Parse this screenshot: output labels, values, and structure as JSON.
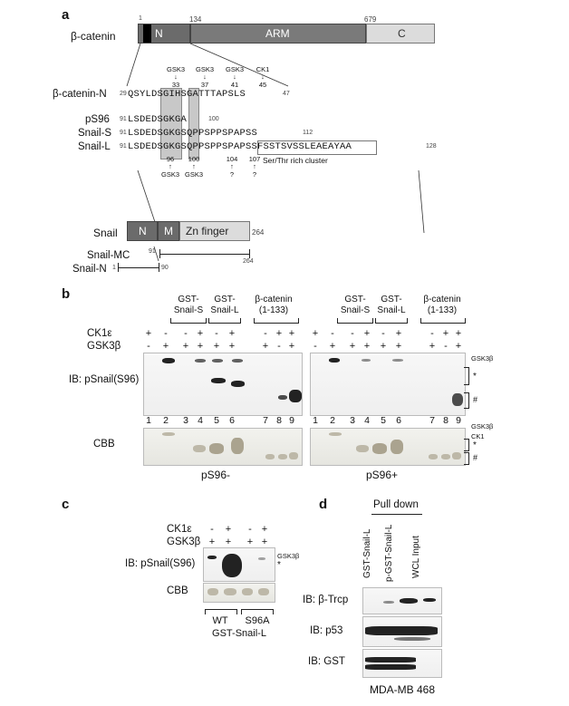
{
  "panel_a": {
    "label": "a",
    "bcat": {
      "name": "β-catenin",
      "pos_start": "1",
      "pos_134": "134",
      "pos_679": "679",
      "dom_n": "N",
      "dom_arm": "ARM",
      "dom_c": "C"
    },
    "kinases": [
      "GSK3",
      "GSK3",
      "GSK3",
      "CK1"
    ],
    "sites": [
      "33",
      "37",
      "41",
      "45"
    ],
    "bcat_n_label": "β-catenin-N",
    "bcat_n_start": "29",
    "bcat_n_seq": "QSYLDSGIHSGATTTAPSLS",
    "bcat_n_end": "47",
    "ps96_label": "pS96",
    "ps96_start": "91",
    "ps96_seq": "LSDEDSGKGA",
    "ps96_end": "100",
    "snail_s_label": "Snail-S",
    "snail_s_start": "91",
    "snail_s_seq": "LSDEDSGKGSQPPSPPSPAPSS",
    "snail_s_end": "112",
    "snail_l_label": "Snail-L",
    "snail_l_start": "91",
    "snail_l_seq": "LSDEDSGKGSQPPSPPSPAPSSFSSTSVSSLEAEAYAA",
    "snail_l_end": "128",
    "snail_sites": [
      "96",
      "100",
      "104",
      "107"
    ],
    "snail_kinases": [
      "GSK3",
      "GSK3",
      "?",
      "?"
    ],
    "cluster_label": "Ser/Thr rich cluster",
    "snail": {
      "name": "Snail",
      "dom_n": "N",
      "dom_m": "M",
      "dom_zn": "Zn finger",
      "end": "264"
    },
    "snail_mc": {
      "name": "Snail-MC",
      "start": "91",
      "end": "264"
    },
    "snail_n": {
      "name": "Snail-N",
      "start": "1",
      "end": "90"
    }
  },
  "panel_b": {
    "label": "b",
    "groups": [
      "GST-\nSnail-S",
      "GST-\nSnail-L",
      "β-catenin\n(1-133)"
    ],
    "row_ck1": "CK1ε",
    "row_gsk": "GSK3β",
    "ck1_signs": [
      "+",
      "-",
      "-",
      "+",
      "-",
      "+",
      "-",
      "+",
      "+"
    ],
    "gsk_signs": [
      "-",
      "+",
      "+",
      "+",
      "+",
      "+",
      "+",
      "-",
      "+"
    ],
    "lanes": [
      "1",
      "2",
      "3",
      "4",
      "5",
      "6",
      "7",
      "8",
      "9"
    ],
    "ib_label": "IB: pSnail(S96)",
    "cbb_label": "CBB",
    "left_caption": "pS96-",
    "right_caption": "pS96+",
    "markers_ib": [
      "GSK3β",
      "*",
      "#"
    ],
    "markers_cbb": [
      "GSK3β",
      "CK1",
      "*",
      "#"
    ]
  },
  "panel_c": {
    "label": "c",
    "row_ck1": "CK1ε",
    "row_gsk": "GSK3β",
    "ck1_signs": [
      "-",
      "+",
      "-",
      "+"
    ],
    "gsk_signs": [
      "+",
      "+",
      "+",
      "+"
    ],
    "ib_label": "IB: pSnail(S96)",
    "cbb_label": "CBB",
    "marker_gsk": "GSK3β",
    "marker_star": "*",
    "wt": "WT",
    "s96a": "S96A",
    "caption": "GST-Snail-L"
  },
  "panel_d": {
    "label": "d",
    "pulldown": "Pull down",
    "lanes": [
      "GST-Snail-L",
      "p-GST-Snail-L",
      "WCL Input"
    ],
    "ib1": "IB: β-Trcp",
    "ib2": "IB: p53",
    "ib3": "IB: GST",
    "cell_line": "MDA-MB 468"
  }
}
